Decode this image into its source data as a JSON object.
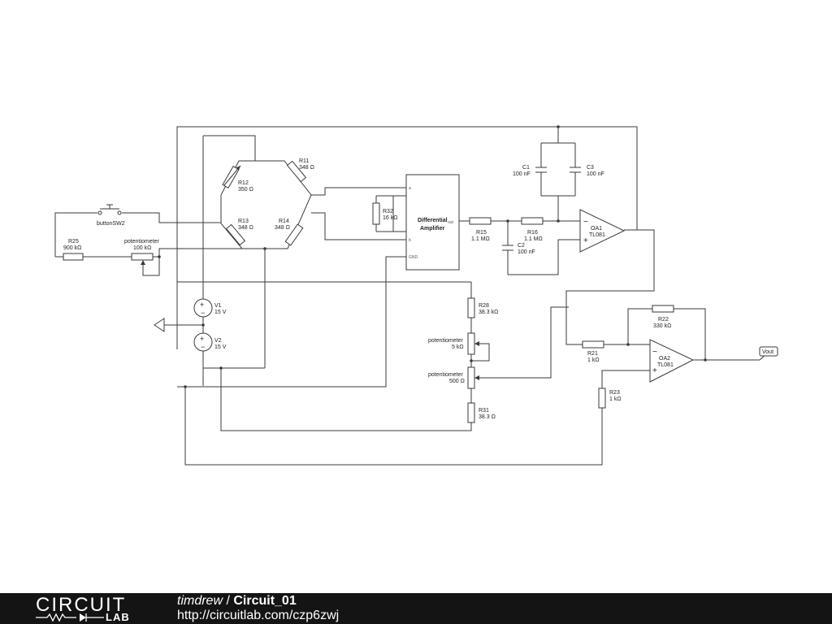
{
  "schematic": {
    "components": {
      "r11": {
        "name": "R11",
        "value": "348 Ω"
      },
      "r12": {
        "name": "R12",
        "value": "350 Ω"
      },
      "r13": {
        "name": "R13",
        "value": "348 Ω"
      },
      "r14": {
        "name": "R14",
        "value": "348 Ω"
      },
      "r32": {
        "name": "R32",
        "value": "16 kΩ"
      },
      "r25": {
        "name": "R25",
        "value": "900 kΩ"
      },
      "pot1": {
        "name": "potentiometer",
        "value": "100 kΩ"
      },
      "sw2": {
        "name": "buttonSW2"
      },
      "v1": {
        "name": "V1",
        "value": "15 V"
      },
      "v2": {
        "name": "V2",
        "value": "15 V"
      },
      "c1": {
        "name": "C1",
        "value": "100 nF"
      },
      "c3": {
        "name": "C3",
        "value": "100 nF"
      },
      "c2": {
        "name": "C2",
        "value": "100 nF"
      },
      "r15": {
        "name": "R15",
        "value": "1.1 MΩ"
      },
      "r16": {
        "name": "R16",
        "value": "1.1 MΩ"
      },
      "oa1": {
        "name": "OA1",
        "value": "TL081"
      },
      "oa2": {
        "name": "OA2",
        "value": "TL081"
      },
      "r28": {
        "name": "R28",
        "value": "38.3 kΩ"
      },
      "pot2": {
        "name": "potentiometer",
        "value": "5 kΩ"
      },
      "pot3": {
        "name": "potentiometer",
        "value": "500 Ω"
      },
      "r31": {
        "name": "R31",
        "value": "38.3 Ω"
      },
      "r22": {
        "name": "R22",
        "value": "330 kΩ"
      },
      "r21": {
        "name": "R21",
        "value": "1 kΩ"
      },
      "r23": {
        "name": "R23",
        "value": "1 kΩ"
      },
      "vout": {
        "name": "Vout"
      }
    },
    "diff_amp": {
      "line1": "Differential",
      "line2": "Amplifier",
      "pin_a": "a",
      "pin_b": "b",
      "pin_gnd": "GND",
      "pin_out": "out"
    }
  },
  "footer": {
    "logo_top": "CIRCUIT",
    "logo_bottom": "LAB",
    "owner": "timdrew",
    "separator": " / ",
    "title": "Circuit_01",
    "url": "http://circuitlab.com/czp6zwj"
  }
}
